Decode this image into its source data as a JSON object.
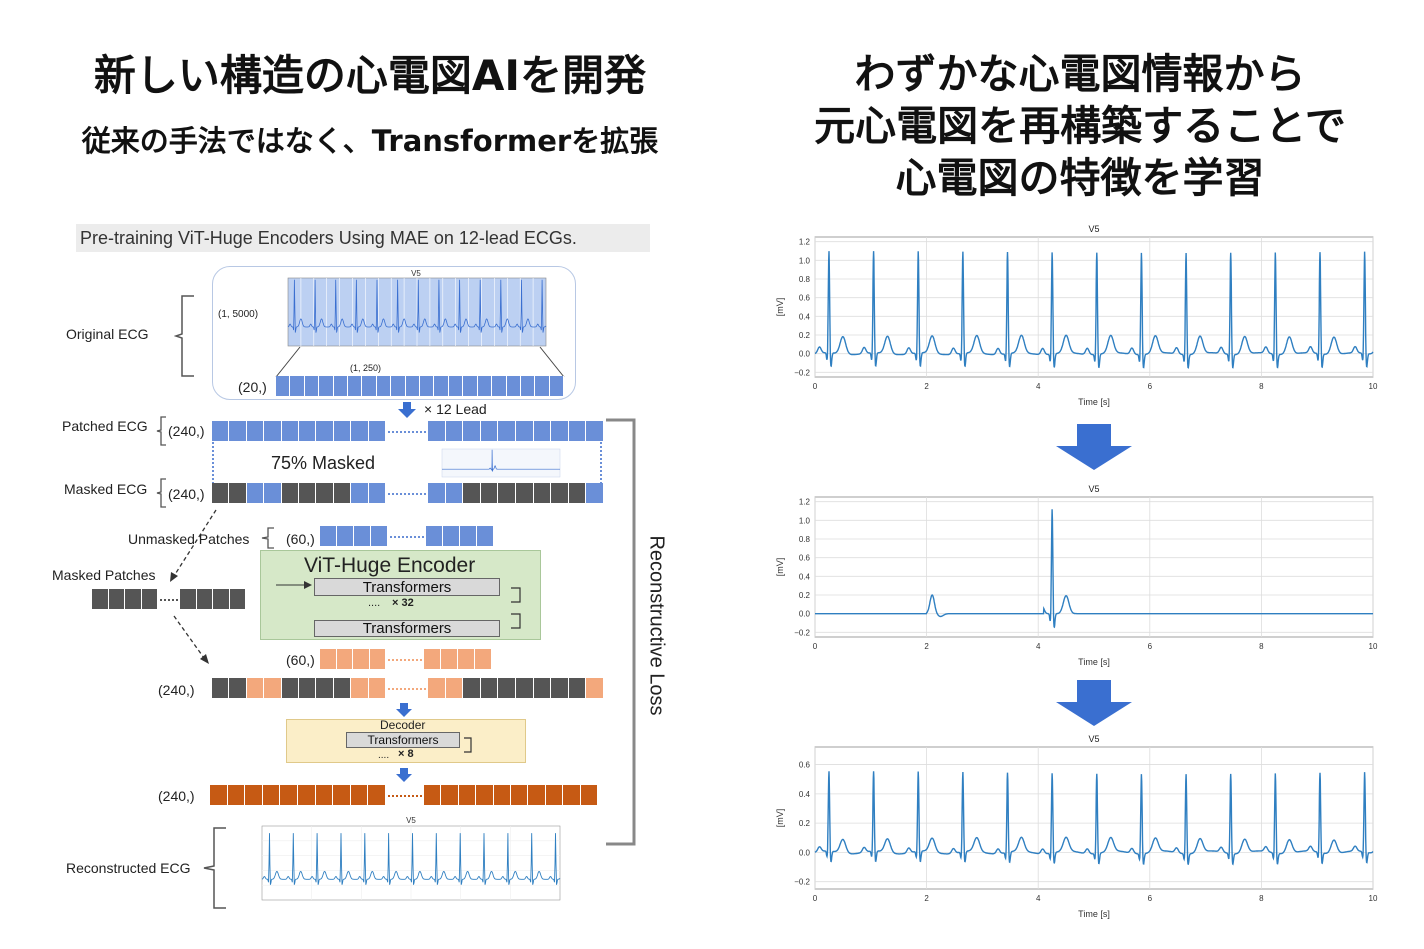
{
  "left_title": "新しい構造の心電図AIを開発",
  "left_subtitle": "従来の手法ではなく、Transformerを拡張",
  "right_title_lines": [
    "わずかな心電図情報から",
    "元心電図を再構築することで",
    "心電図の特徴を学習"
  ],
  "diagram": {
    "header": "Pre-training ViT-Huge Encoders Using MAE on 12-lead ECGs.",
    "original_ecg": "Original ECG",
    "shape_1_5000": "(1, 5000)",
    "shape_1_250": "(1, 250)",
    "shape_20": "(20,)",
    "lead_label": "× 12 Lead",
    "patched_ecg": "Patched ECG",
    "shape_240": "(240,)",
    "masked_pct": "75% Masked",
    "masked_ecg": "Masked ECG",
    "unmasked_patches": "Unmasked Patches",
    "shape_60": "(60,)",
    "masked_patches": "Masked Patches",
    "encoder_title": "ViT-Huge Encoder",
    "transformers": "Transformers",
    "times_32": "× 32",
    "decoder": "Decoder",
    "times_8": "× 8",
    "reconstructive_loss": "Reconstructive Loss",
    "reconstructed_ecg": "Reconstructed ECG"
  },
  "mini_chart": {
    "title": "V5",
    "xlabel": "Time [s]",
    "ylabel": "[mV]"
  },
  "chart_data": [
    {
      "type": "line",
      "title": "V5",
      "xlabel": "Time [s]",
      "ylabel": "[mV]",
      "xlim": [
        0,
        10
      ],
      "ylim": [
        -0.25,
        1.25
      ],
      "xticks": [
        0,
        2,
        4,
        6,
        8,
        10
      ],
      "yticks": [
        -0.2,
        0.0,
        0.2,
        0.4,
        0.6,
        0.8,
        1.0,
        1.2
      ],
      "r_peak_times": [
        0.25,
        1.05,
        1.85,
        2.65,
        3.45,
        4.25,
        5.05,
        5.85,
        6.65,
        7.45,
        8.25,
        9.05,
        9.85
      ],
      "r_peak_amplitude": 1.1,
      "baseline": 0.0,
      "grid": true,
      "color": "#2f7fc1"
    },
    {
      "type": "line",
      "title": "V5",
      "xlabel": "Time [s]",
      "ylabel": "[mV]",
      "xlim": [
        0,
        10
      ],
      "ylim": [
        -0.25,
        1.25
      ],
      "xticks": [
        0,
        2,
        4,
        6,
        8,
        10
      ],
      "yticks": [
        -0.2,
        0.0,
        0.2,
        0.4,
        0.6,
        0.8,
        1.0,
        1.2
      ],
      "visible_segments": [
        [
          2.0,
          2.5
        ],
        [
          4.1,
          4.9
        ]
      ],
      "r_peak_times": [
        4.25
      ],
      "r_peak_amplitude": 1.13,
      "baseline": 0.0,
      "grid": true,
      "color": "#2f7fc1"
    },
    {
      "type": "line",
      "title": "V5",
      "xlabel": "Time [s]",
      "ylabel": "[mV]",
      "xlim": [
        0,
        10
      ],
      "ylim": [
        -0.25,
        0.72
      ],
      "xticks": [
        0,
        2,
        4,
        6,
        8,
        10
      ],
      "yticks": [
        -0.2,
        0.0,
        0.2,
        0.4,
        0.6
      ],
      "r_peak_times": [
        0.25,
        1.05,
        1.85,
        2.65,
        3.45,
        4.25,
        5.05,
        5.85,
        6.65,
        7.45,
        8.25,
        9.05,
        9.85
      ],
      "r_peak_amplitude": 0.55,
      "baseline": 0.0,
      "grid": true,
      "color": "#2f7fc1"
    }
  ]
}
